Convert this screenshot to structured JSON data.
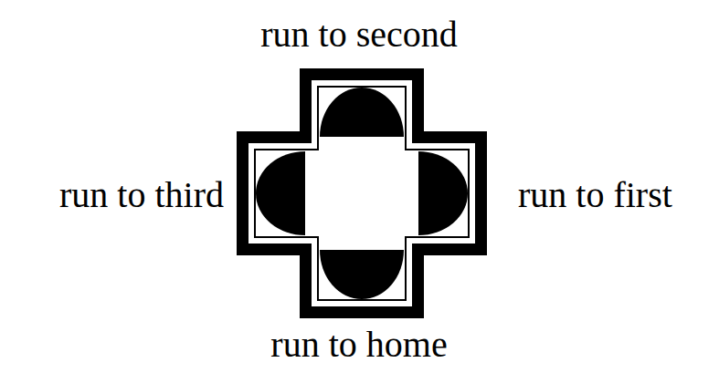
{
  "diagram": {
    "labels": [
      "run to second",
      "run to third",
      "run to first",
      "run to home"
    ]
  }
}
